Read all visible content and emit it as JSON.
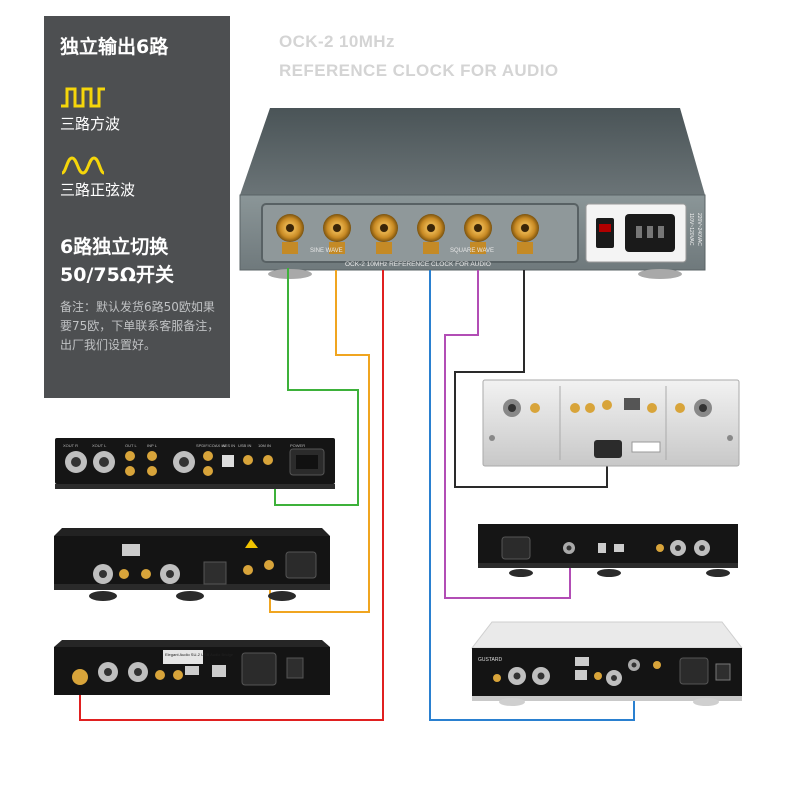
{
  "sidebar": {
    "title": "独立输出6路",
    "square_wave_label": "三路方波",
    "sine_wave_label": "三路正弦波",
    "switch_line1": "6路独立切换",
    "switch_line2": "50/75Ω开关",
    "note": "备注：默认发货6路50欧如果要75欧，下单联系客服备注，出厂我们设置好。",
    "icon_color": "#f5d60a",
    "icons": [
      "square-wave-icon",
      "sine-wave-icon"
    ]
  },
  "header": {
    "line1": "OCK-2 10MHz",
    "line2": "REFERENCE CLOCK FOR AUDIO"
  },
  "clock_unit": {
    "front_label": "OCK-2 10MHz REFERENCE CLOCK FOR AUDIO",
    "sine_wave_marking": "SINE WAVE",
    "square_wave_marking": "SQUARE WAVE",
    "voltage_line1": "110V~120VAC",
    "voltage_line2": "220V~240VAC",
    "outputs": 6
  },
  "cable_colors": [
    "#3db13a",
    "#f0a520",
    "#e02020",
    "#2a80d0",
    "#b24db5",
    "#2a2a2a"
  ],
  "device_labels": {
    "dac_a_ports": [
      "XOUT R",
      "XOUT L",
      "OUT L",
      "INP L",
      "SPDIF/COAX IN",
      "AES IN",
      "USB IN",
      "10M IN",
      "POWER"
    ],
    "dac_c_box": "Elegant Audio\nSU-2 USB Audio Bridge",
    "dac_f_brand": "GUSTARD"
  }
}
